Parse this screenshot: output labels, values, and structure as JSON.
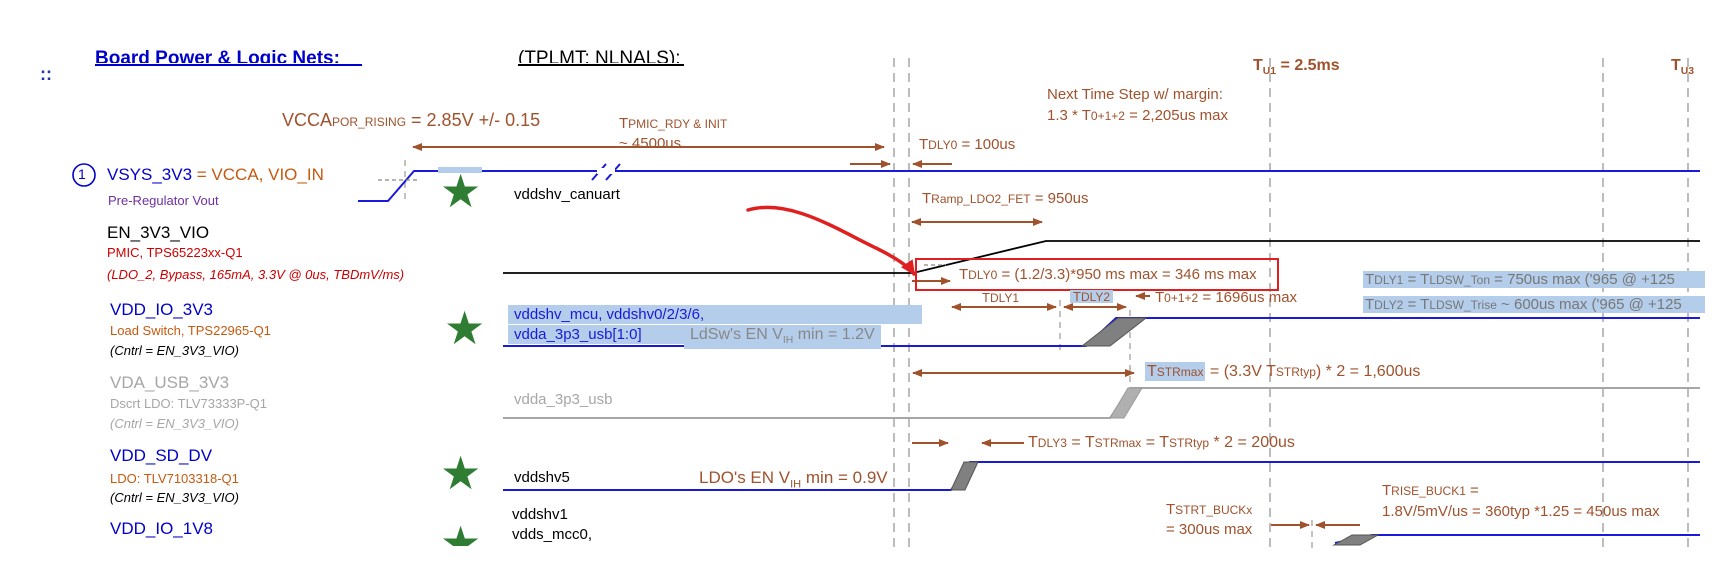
{
  "header": {
    "partial_title": "Board Power & Logic Nets:",
    "partial_note": "(TPLMT: NLNALS):",
    "drag_glyph": "::",
    "tu1": "TU1 = 2.5ms",
    "tu3": "TU3"
  },
  "rails": [
    {
      "badge": "1",
      "name": "VSYS_3V3",
      "name_suffix": " = VCCA, VIO_IN",
      "desc": "Pre-Regulator Vout",
      "signal": "vddshv_canuart"
    },
    {
      "name": "EN_3V3_VIO",
      "line1": "PMIC, TPS65223xx-Q1",
      "line2": "(LDO_2, Bypass, 165mA, 3.3V @ 0us, TBDmV/ms)"
    },
    {
      "name": "VDD_IO_3V3",
      "line1": "Load Switch, TPS22965-Q1",
      "line2": "(Cntrl = EN_3V3_VIO)",
      "signal1": "vddshv_mcu, vddshv0/2/3/6,",
      "signal2": "vdda_3p3_usb[1:0]"
    },
    {
      "name": "VDA_USB_3V3",
      "line1": "Dscrt LDO: TLV73333P-Q1",
      "line2": "(Cntrl = EN_3V3_VIO)",
      "signal": "vdda_3p3_usb"
    },
    {
      "name": "VDD_SD_DV",
      "line1": "LDO: TLV7103318-Q1",
      "line2": "(Cntrl = EN_3V3_VIO)",
      "signal": "vddshv5"
    },
    {
      "name": "VDD_IO_1V8",
      "signal1": "vddshv1",
      "signal2": "vdds_mcc0,"
    }
  ],
  "annotations": {
    "vcca_por": "VCCAPOR_RISING = 2.85V +/- 0.15",
    "tpmic_rdy": "TPMIC_RDY & INIT",
    "tpmic_val": "~ 4500us",
    "tdly0": "TDLY0 = 100us",
    "next_step_1": "Next Time Step w/ margin:",
    "next_step_2": "1.3 * T0+1+2 = 2,205us max",
    "tramp": "TRamp_LDO2_FET = 950us",
    "tdly0_calc": "TDLY0 = (1.2/3.3)*950 ms max = 346 ms max",
    "tdly1": "TDLY1",
    "tdly2": "TDLY2",
    "t012": "T0+1+2 = 1696us max",
    "tdly1_eq": "TDLY1 = TLDSW_Ton = 750us max ('965 @ +125",
    "tdly2_eq": "TDLY2 = TLDSW_Trise ~ 600us max ('965 @ +125",
    "ldsw_en": "LdSw's EN VIH min = 1.2V",
    "tstr_a": "TSTRmax",
    "tstr_b": " = (3.3V TSTRtyp) * 2 = 1,600us",
    "tdly3": "TDLY3 = TSTRmax = TSTRtyp * 2 = 200us",
    "ldo_en": "LDO's EN VIH min = 0.9V",
    "tstrt_1": "TSTRT_BUCKx",
    "tstrt_2": "= 300us max",
    "trise_1": "TRISE_BUCK1 =",
    "trise_2": "1.8V/5mV/us = 360typ *1.25 = 450us max"
  },
  "colors": {
    "rail_blue": "#1a1adb",
    "timing_brown": "#a0522d",
    "gray_rail": "#a6a6a6",
    "highlight": "#b4cdea",
    "star_green": "#2e7d32",
    "callout_red": "#e02020"
  },
  "icons": [
    "star-icon",
    "circled-number-icon",
    "red-arrow-icon"
  ]
}
